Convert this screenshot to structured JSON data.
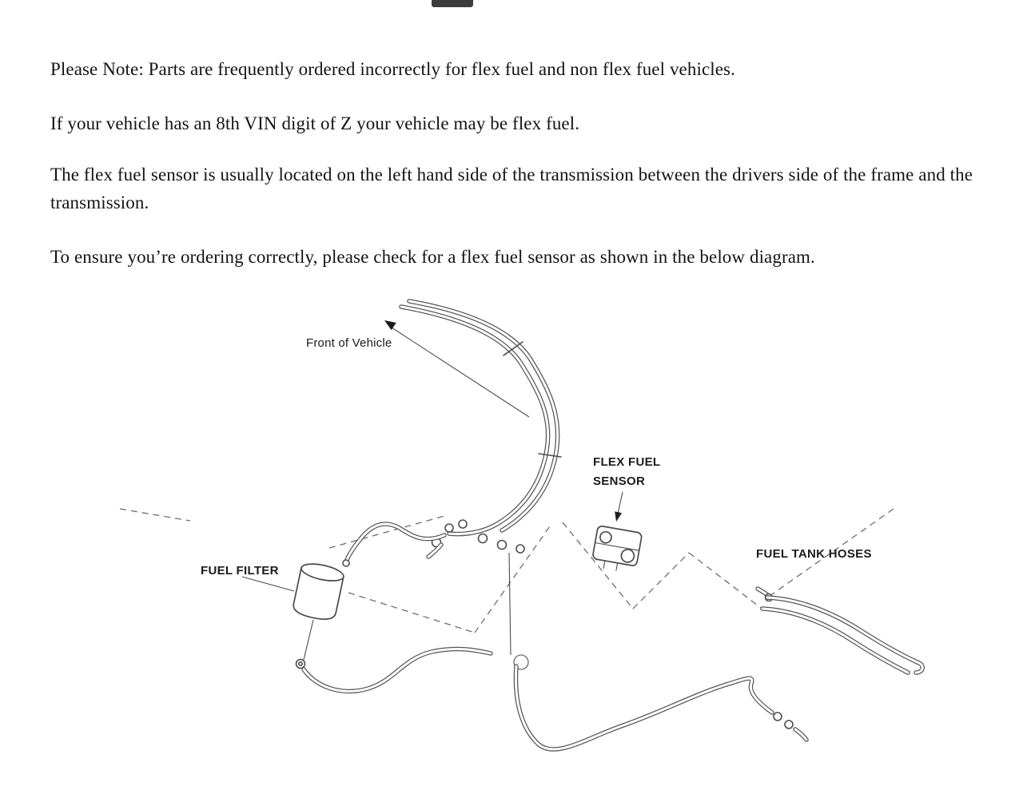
{
  "note": {
    "p1": "Please Note: Parts are frequently ordered incorrectly for flex fuel and non flex fuel vehicles.",
    "p2": "If your vehicle has an 8th VIN digit of Z your vehicle may be flex fuel.",
    "p3": "The flex fuel sensor is usually located on the left hand side of the transmission between the drivers side of the frame and the transmission.",
    "p4": "To ensure you’re ordering correctly, please check for a flex fuel sensor as shown in the below diagram."
  },
  "diagram": {
    "labels": {
      "front_of_vehicle": "Front of Vehicle",
      "flex_fuel_sensor_line1": "FLEX FUEL",
      "flex_fuel_sensor_line2": "SENSOR",
      "fuel_filter": "FUEL FILTER",
      "fuel_tank_hoses": "FUEL TANK HOSES"
    },
    "line_color": "#4d4d4d"
  }
}
